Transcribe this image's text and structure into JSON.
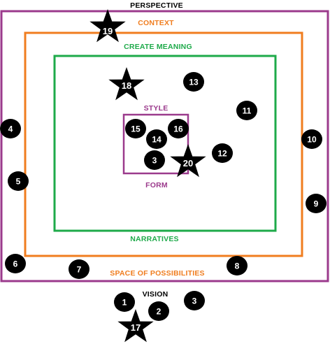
{
  "colors": {
    "purple": "#9B3A8C",
    "orange": "#F07D1F",
    "green": "#1EAA4A",
    "black": "#000000",
    "white": "#ffffff"
  },
  "labels": {
    "perspective": "PERSPECTIVE",
    "context": "CONTEXT",
    "create_meaning": "CREATE MEANING",
    "style": "STYLE",
    "form": "FORM",
    "narratives": "NARRATIVES",
    "space_of_possibilities": "SPACE OF POSSIBILITIES",
    "vision": "VISION"
  },
  "markers": {
    "circles": [
      "1",
      "2",
      "3",
      "3",
      "4",
      "5",
      "6",
      "7",
      "8",
      "9",
      "10",
      "11",
      "12",
      "13",
      "14",
      "15",
      "16"
    ],
    "stars": [
      "17",
      "18",
      "19",
      "20"
    ]
  }
}
